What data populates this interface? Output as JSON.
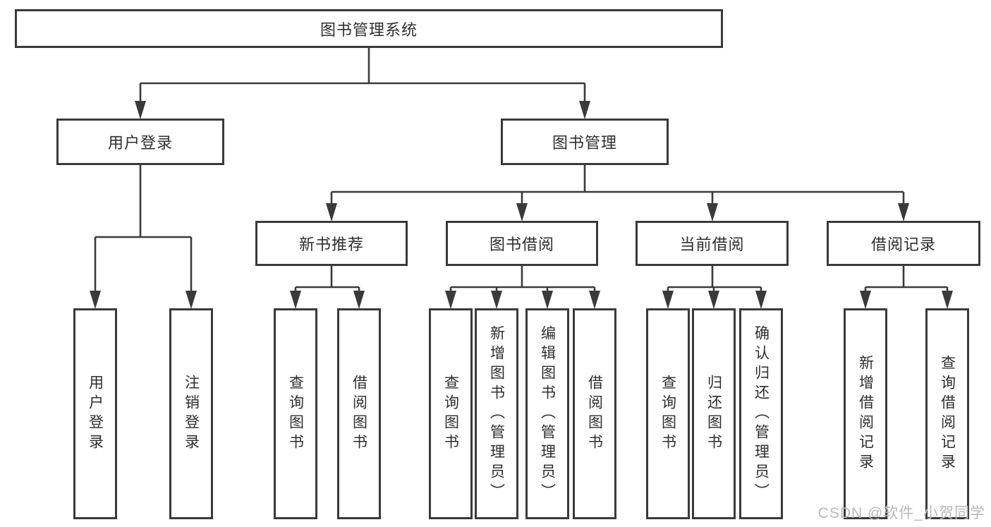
{
  "diagram": {
    "root": {
      "label": "图书管理系统"
    },
    "level2": [
      {
        "label": "用户登录"
      },
      {
        "label": "图书管理"
      }
    ],
    "level3": [
      {
        "label": "新书推荐"
      },
      {
        "label": "图书借阅"
      },
      {
        "label": "当前借阅"
      },
      {
        "label": "借阅记录"
      }
    ],
    "leaves": [
      {
        "label": "用户登录"
      },
      {
        "label": "注销登录"
      },
      {
        "label": "查询图书"
      },
      {
        "label": "借阅图书"
      },
      {
        "label": "查询图书"
      },
      {
        "label": "新增图书（管理员）"
      },
      {
        "label": "编辑图书（管理员）"
      },
      {
        "label": "借阅图书"
      },
      {
        "label": "查询图书"
      },
      {
        "label": "归还图书"
      },
      {
        "label": "确认归还（管理员）"
      },
      {
        "label": "新增借阅记录"
      },
      {
        "label": "查询借阅记录"
      }
    ]
  },
  "watermark": {
    "text": "CSDN @软件_小贺同学"
  },
  "colors": {
    "line": "#3a3a3a",
    "box_border": "#3a3a3a",
    "text": "#2e2e2e",
    "watermark": "#b9b9b9",
    "background": "#ffffff"
  }
}
